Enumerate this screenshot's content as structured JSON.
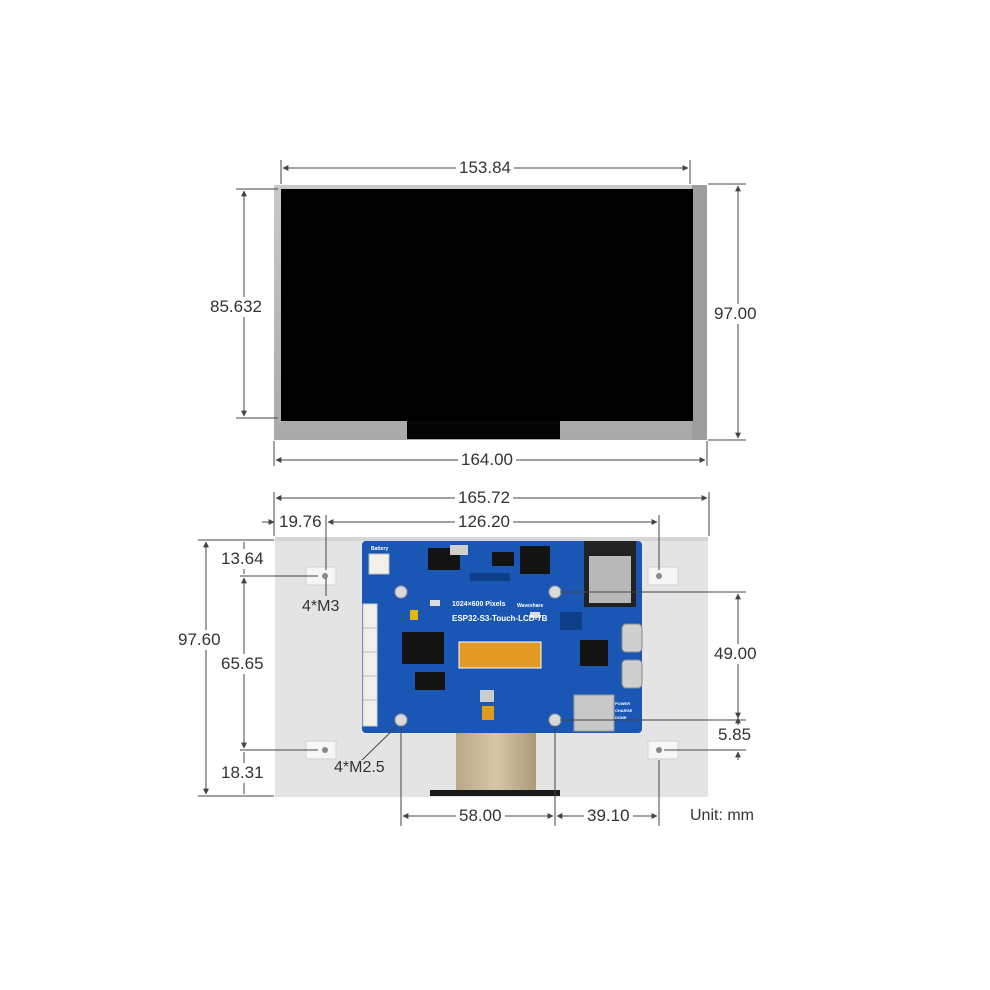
{
  "front_view": {
    "dimensions": {
      "top_width": "153.84",
      "bottom_width": "164.00",
      "left_height": "85.632",
      "right_height": "97.00"
    }
  },
  "back_view": {
    "dimensions": {
      "overall_width": "165.72",
      "left_offset": "19.76",
      "hole_spacing_m3": "126.20",
      "overall_height": "97.60",
      "top_offset": "13.64",
      "m3_vertical_spacing": "65.65",
      "bottom_offset": "18.31",
      "m25_vertical_spacing": "49.00",
      "m25_bottom_offset": "5.85",
      "m25_horizontal_spacing": "58.00",
      "m25_right_offset": "39.10"
    },
    "labels": {
      "m3_holes": "4*M3",
      "m25_holes": "4*M2.5",
      "unit": "Unit: mm"
    },
    "pcb": {
      "resolution": "1024×600 Pixels",
      "model": "ESP32-S3-Touch-LCD-7B",
      "brand": "Waveshare",
      "battery_label": "Battery",
      "led_labels": [
        "POWER",
        "CHARGE",
        "DONE"
      ]
    }
  },
  "colors": {
    "pcb_blue": "#1a57b5",
    "panel_silver": "#bdbdbd",
    "screen": "#000000",
    "back_plate": "#e4e4e4",
    "dimension_line": "#444444"
  }
}
